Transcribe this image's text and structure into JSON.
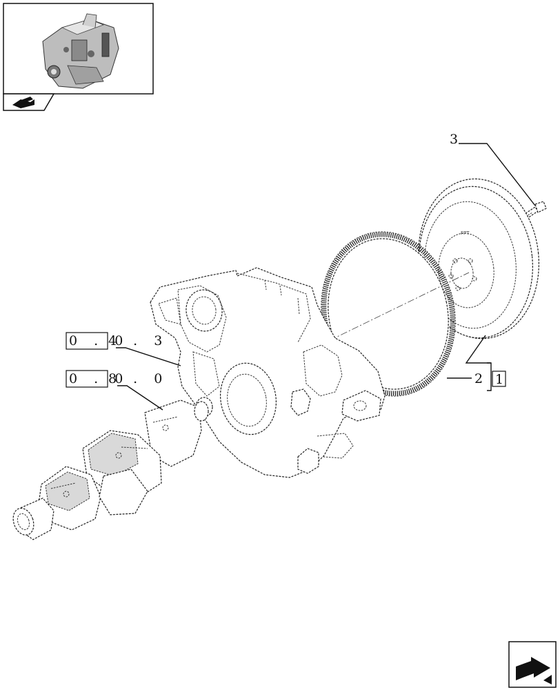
{
  "thumbnail": {
    "icon": "engine-thumbnail-icon",
    "tab_icon": "book-arrow-icon"
  },
  "callouts": {
    "part_3": "3",
    "part_2": "2",
    "part_1": "1",
    "ref_a_boxed": "0 . 0",
    "ref_a_rest": "4 . 3",
    "ref_b_boxed": "0 . 0",
    "ref_b_rest": "8 . 0"
  },
  "nav": {
    "next_icon": "next-page-arrow-icon"
  }
}
